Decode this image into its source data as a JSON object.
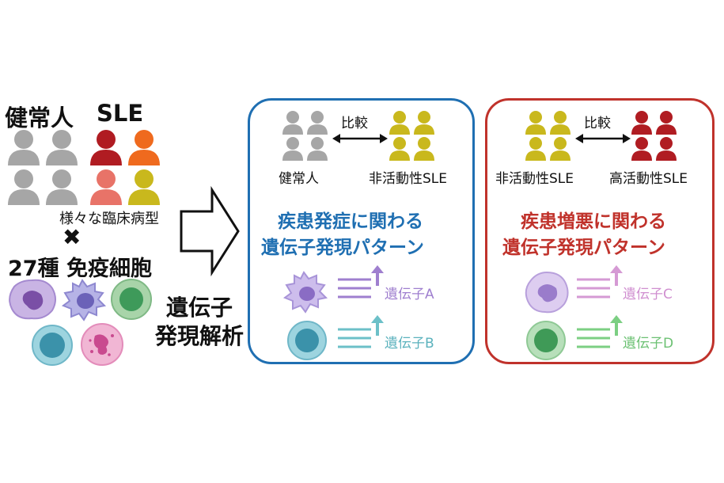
{
  "left": {
    "healthy_label": "健常人",
    "sle_label": "SLE",
    "phenotypes_label": "様々な臨床病型",
    "cells_label": "27種 免疫細胞"
  },
  "analysis": {
    "line1": "遺伝子",
    "line2": "発現解析"
  },
  "panel_onset": {
    "compare_label": "比較",
    "left_group": "健常人",
    "right_group": "非活動性SLE",
    "title_line1": "疾患発症に関わる",
    "title_line2": "遺伝子発現パターン",
    "gene_a": "遺伝子A",
    "gene_b": "遺伝子B",
    "accent_color": "#1f6fb2"
  },
  "panel_worsen": {
    "compare_label": "比較",
    "left_group": "非活動性SLE",
    "right_group": "高活動性SLE",
    "title_line1": "疾患増悪に関わる",
    "title_line2": "遺伝子発現パターン",
    "gene_c": "遺伝子C",
    "gene_d": "遺伝子D",
    "accent_color": "#c0322b"
  },
  "colors": {
    "healthy_gray": "#a6a6a6",
    "inactive_yellow": "#c9b81d",
    "active_red": "#b01c22",
    "sle_orange": "#ef6a1e",
    "sle_salmon": "#e87368"
  }
}
